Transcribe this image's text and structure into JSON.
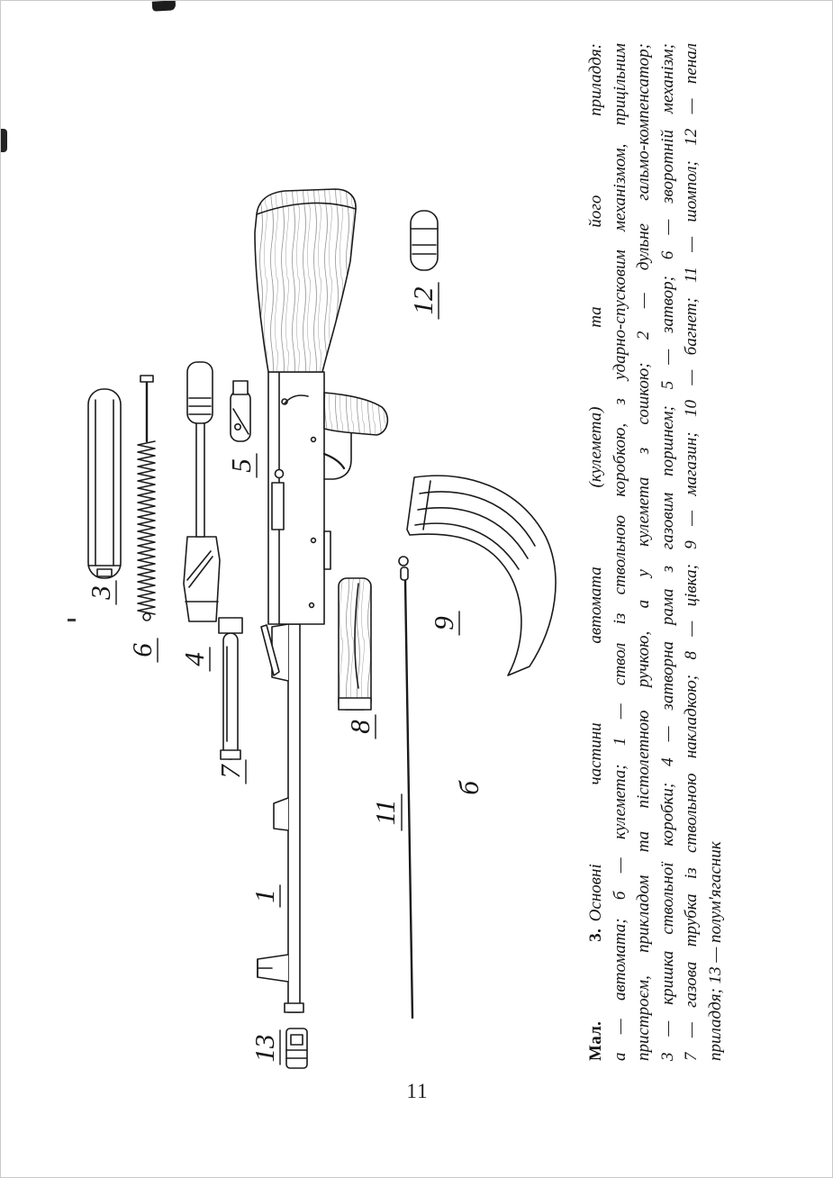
{
  "page": {
    "number": "11"
  },
  "figure": {
    "caption": {
      "lead": "Мал. 3.",
      "lines": [
        "Основні частини автомата (кулемета) та його приладдя:",
        "а — автомата; б — кулемета; 1 — ствол із ствольною коробкою, з ударно-спусковим механізмом, прицільним",
        "пристроєм, прикладом та пістолетною ручкою, а у кулемета з сошкою; 2 — дульне гальмо-компенсатор;",
        "3 — кришка ствольної коробки; 4 — затворна рама з газовим поршнем; 5 — затвор; 6 — зворотній механізм;",
        "7 — газова трубка із ствольною накладкою; 8 — цівка; 9 — магазин; 10 — багнет; 11 — шомпол; 12 — пенал",
        "приладдя; 13 — полум'ягасник"
      ]
    },
    "labels": {
      "part1": "1",
      "part3": "3",
      "part4": "4",
      "part5": "5",
      "part6": "6",
      "part7": "7",
      "part8": "8",
      "part9": "9",
      "part11": "11",
      "part12": "12",
      "part13": "13",
      "partB": "б"
    },
    "ink_color": "#1b1b1b"
  }
}
